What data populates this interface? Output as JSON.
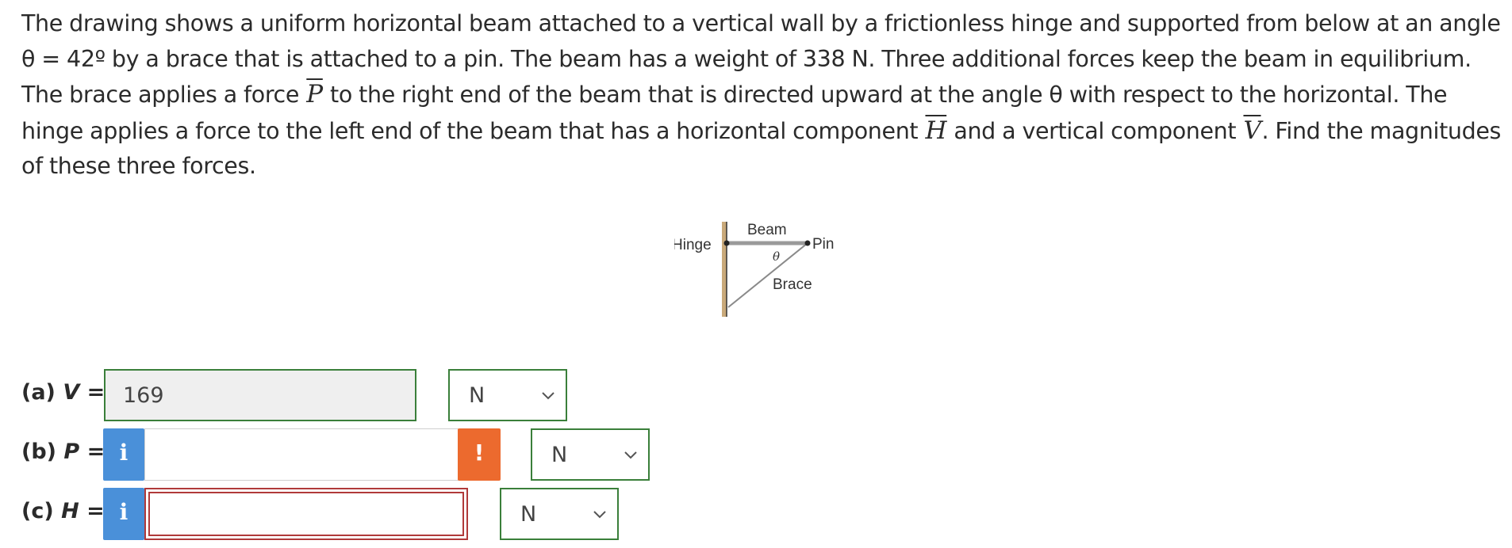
{
  "problem": {
    "part1": "The drawing shows a uniform horizontal beam attached to a vertical wall by a frictionless hinge and supported from below at an angle",
    "theta_eq": "θ = 42º",
    "part2": "by a brace that is attached to a pin. The beam has a weight of 338 N. Three additional forces keep the beam in equilibrium. The brace applies a force",
    "sym_P": "P",
    "part3": "to the right end of the beam that is directed upward at the angle",
    "theta": "θ",
    "part4": "with respect to the horizontal. The hinge applies a force to the left end of the beam that has a horizontal component",
    "sym_H": "H",
    "part5": "and a vertical component",
    "sym_V": "V",
    "part6": ". Find the magnitudes of these three forces."
  },
  "figure": {
    "hinge": "Hinge",
    "beam": "Beam",
    "pin": "Pin",
    "theta": "θ",
    "brace": "Brace"
  },
  "questions": [
    {
      "prefix": "(a) ",
      "var": "V",
      "suffix": " =",
      "value": "169",
      "unit": "N"
    },
    {
      "prefix": "(b) ",
      "var": "P",
      "suffix": " =",
      "value": "",
      "unit": "N",
      "info_icon": "i",
      "warning_icon": "!"
    },
    {
      "prefix": "(c) ",
      "var": "H",
      "suffix": " =",
      "value": "",
      "unit": "N",
      "info_icon": "i"
    }
  ],
  "colors": {
    "info": "#4a90d9",
    "warning": "#ec6a2e",
    "correct_border": "#3a7f3a",
    "error_border": "#b03a3a"
  }
}
